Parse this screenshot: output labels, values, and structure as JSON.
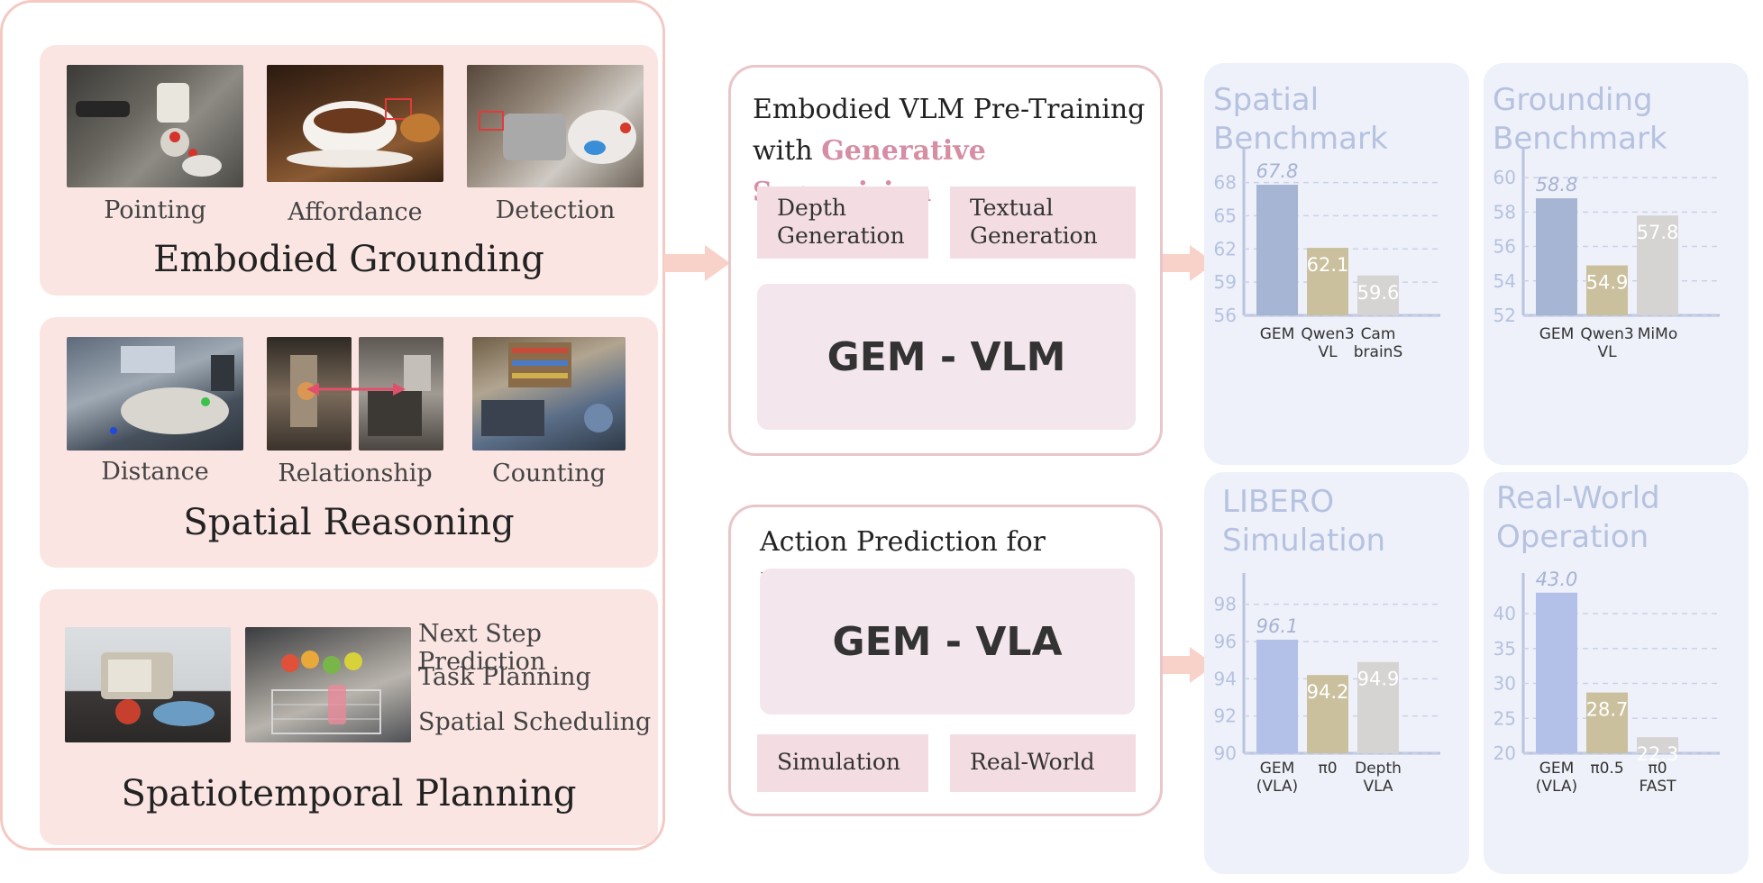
{
  "left": {
    "grounding": {
      "title": "Embodied Grounding",
      "items": [
        "Pointing",
        "Affordance",
        "Detection"
      ]
    },
    "spatial": {
      "title": "Spatial Reasoning",
      "items": [
        "Distance",
        "Relationship",
        "Counting"
      ]
    },
    "planning": {
      "title": "Spatiotemporal Planning",
      "items": [
        "Next Step Prediction",
        "Task Planning",
        "Spatial Scheduling"
      ]
    }
  },
  "middle": {
    "vlm": {
      "title_line1": "Embodied VLM Pre-Training",
      "title_prefix": "with ",
      "title_highlight": "Generative Supervision",
      "tags": [
        "Depth Generation",
        "Textual Generation"
      ],
      "model": "GEM - VLM"
    },
    "vla": {
      "title": "Action Prediction for Robotics",
      "model": "GEM - VLA",
      "tags": [
        "Simulation",
        "Real-World"
      ]
    }
  },
  "colors": {
    "accent_pink": "#d58ea3",
    "bar_gem": "#a6b5d3",
    "bar_gem_vla": "#b3c1e9",
    "bar_tan": "#cbc09e",
    "bar_gray": "#d6d3d3",
    "card_bg": "#eef1f9",
    "arrow": "#f8d1c8"
  },
  "chart_data": [
    {
      "type": "bar",
      "title": "Spatial Benchmark",
      "categories": [
        "GEM",
        "Qwen3 VL",
        "Cam brainS"
      ],
      "values": [
        67.8,
        62.1,
        59.6
      ],
      "labels": [
        "67.8",
        "62.1",
        "59.6"
      ],
      "yticks": [
        "56",
        "59",
        "62",
        "65",
        "68"
      ],
      "ylim": [
        56,
        70
      ],
      "grid": true
    },
    {
      "type": "bar",
      "title": "Grounding Benchmark",
      "categories": [
        "GEM",
        "Qwen3 VL",
        "MiMo"
      ],
      "values": [
        58.8,
        54.9,
        57.8
      ],
      "labels": [
        "58.8",
        "54.9",
        "57.8"
      ],
      "yticks": [
        "52",
        "54",
        "56",
        "58",
        "60"
      ],
      "ylim": [
        52,
        61
      ],
      "grid": true
    },
    {
      "type": "bar",
      "title": "LIBERO Simulation",
      "categories": [
        "GEM (VLA)",
        "π0",
        "Depth VLA"
      ],
      "values": [
        96.1,
        94.2,
        94.9
      ],
      "labels": [
        "96.1",
        "94.2",
        "94.9"
      ],
      "yticks": [
        "90",
        "92",
        "94",
        "96",
        "98"
      ],
      "ylim": [
        90,
        99
      ],
      "grid": true
    },
    {
      "type": "bar",
      "title": "Real-World Operation",
      "categories": [
        "GEM (VLA)",
        "π0.5",
        "π0 FAST"
      ],
      "values": [
        43.0,
        28.7,
        22.3
      ],
      "labels": [
        "43.0",
        "28.7",
        "22.3"
      ],
      "yticks": [
        "20",
        "25",
        "30",
        "35",
        "40"
      ],
      "ylim": [
        20,
        44
      ],
      "grid": true
    }
  ]
}
